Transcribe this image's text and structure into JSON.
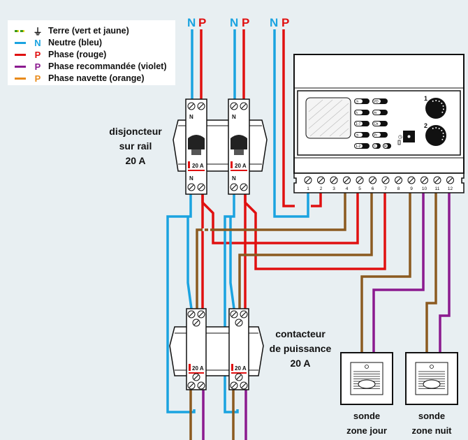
{
  "legend": {
    "items": [
      {
        "symbol": "ground-symbol",
        "letter": "⏚",
        "label": "Terre (vert et jaune)",
        "color": "#3a9a1a",
        "line": "dashed"
      },
      {
        "symbol": "N",
        "letter": "N",
        "label": "Neutre (bleu)",
        "color": "#1aa3e0",
        "line": "solid"
      },
      {
        "symbol": "P",
        "letter": "P",
        "label": "Phase (rouge)",
        "color": "#e01010",
        "line": "solid"
      },
      {
        "symbol": "P",
        "letter": "P",
        "label": "Phase recommandée (violet)",
        "color": "#8b1a8f",
        "line": "solid"
      },
      {
        "symbol": "P",
        "letter": "P",
        "label": "Phase navette (orange)",
        "color": "#e88a1a",
        "line": "solid"
      }
    ]
  },
  "feeds": [
    {
      "neutral": "N",
      "phase": "P"
    },
    {
      "neutral": "N",
      "phase": "P"
    },
    {
      "neutral": "N",
      "phase": "P"
    }
  ],
  "colors": {
    "neutral": "#1aa3e0",
    "phase": "#e01010",
    "brown": "#8b5a20",
    "violet": "#8b1a8f",
    "background": "#e8eff2"
  },
  "breaker": {
    "label_lines": [
      "disjoncteur",
      "sur rail",
      "20 A"
    ],
    "rating": "20 A",
    "terminal_label": "N"
  },
  "contactor": {
    "label_lines": [
      "contacteur",
      "de puissance",
      "20 A"
    ],
    "rating": "20 A"
  },
  "programmer": {
    "buttons": [
      [
        "◷",
        "I/O"
      ],
      [
        "h",
        "m"
      ],
      [
        "1-7",
        "Ch"
      ],
      [
        "◷",
        "Pr"
      ],
      [
        "1-2",
        "C",
        "R"
      ]
    ],
    "dial_labels": [
      "1",
      "2"
    ],
    "terminals": [
      "1",
      "2",
      "3",
      "4",
      "5",
      "6",
      "7",
      "8",
      "9",
      "10",
      "11",
      "12"
    ]
  },
  "sensors": [
    {
      "label_lines": [
        "sonde",
        "zone jour"
      ]
    },
    {
      "label_lines": [
        "sonde",
        "zone nuit"
      ]
    }
  ]
}
